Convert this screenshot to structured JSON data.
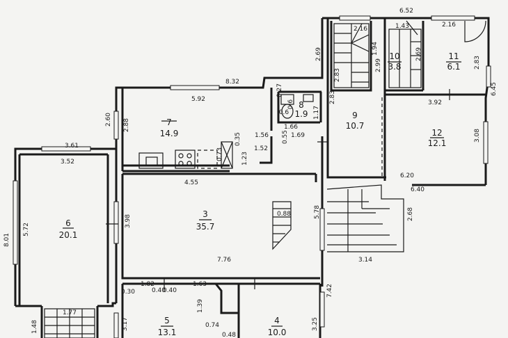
{
  "rooms": [
    {
      "id": "room-4",
      "number": "4",
      "area": "10.0"
    },
    {
      "id": "room-5",
      "number": "5",
      "area": "13.1"
    },
    {
      "id": "room-6",
      "number": "6",
      "area": "20.1"
    },
    {
      "id": "room-7",
      "number": "7",
      "area": "14.9"
    },
    {
      "id": "room-8",
      "number": "8",
      "area": "1.9"
    },
    {
      "id": "room-9",
      "number": "9",
      "area": "10.7"
    },
    {
      "id": "room-10",
      "number": "10",
      "area": "3.8"
    },
    {
      "id": "room-11",
      "number": "11",
      "area": "6.1"
    },
    {
      "id": "room-12",
      "number": "12",
      "area": "12.1"
    },
    {
      "id": "room-3",
      "number": "3",
      "area": "35.7"
    }
  ],
  "dimensions": [
    "6.52",
    "2.16",
    "1.43",
    "2.16",
    "2.69",
    "2.83",
    "2.99",
    "2.69",
    "2.83",
    "6.45",
    "1.94",
    "2.83",
    "8.32",
    "0.27",
    "5.92",
    "0.6",
    "0.6",
    "1.17",
    "1.66",
    "3.92",
    "2.60",
    "2.88",
    "1.56",
    "1.69",
    "0.55",
    "1.52",
    "0.35",
    "0.73",
    "1.23",
    "3.08",
    "3.61",
    "3.52",
    "6.20",
    "6.40",
    "4.55",
    "5.72",
    "8.01",
    "3.98",
    "5.78",
    "2.68",
    "0.88",
    "3.14",
    "7.76",
    "7.42",
    "0.30",
    "1.82",
    "0.40",
    "1.63",
    "0.40",
    "1.39",
    "0.74",
    "0.48",
    "3.17",
    "3.25",
    "1.48",
    "1.77"
  ]
}
